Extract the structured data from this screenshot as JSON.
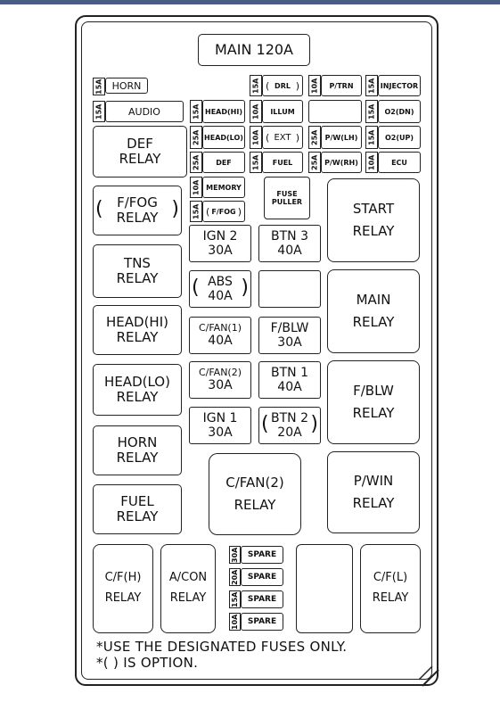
{
  "colors": {
    "top_bar": "#4a5c86",
    "stroke": "#222222"
  },
  "main_fuse": "MAIN 120A",
  "small_fuses": {
    "horn": {
      "amp": "15A",
      "label": "HORN"
    },
    "audio": {
      "amp": "15A",
      "label": "AUDIO"
    },
    "drl": {
      "amp": "15A",
      "label": "DRL"
    },
    "p_trn": {
      "amp": "10A",
      "label": "P/TRN"
    },
    "injector": {
      "amp": "15A",
      "label": "INJECTOR"
    },
    "head_hi": {
      "amp": "15A",
      "label": "HEAD(HI)"
    },
    "illum": {
      "amp": "10A",
      "label": "ILLUM"
    },
    "o2_dn": {
      "amp": "15A",
      "label": "O2(DN)"
    },
    "head_lo": {
      "amp": "25A",
      "label": "HEAD(LO)"
    },
    "ext": {
      "amp": "10A",
      "label": "EXT"
    },
    "p_w_lh": {
      "amp": "25A",
      "label": "P/W(LH)"
    },
    "o2_up": {
      "amp": "15A",
      "label": "O2(UP)"
    },
    "def": {
      "amp": "25A",
      "label": "DEF"
    },
    "fuel": {
      "amp": "15A",
      "label": "FUEL"
    },
    "p_w_rh": {
      "amp": "25A",
      "label": "P/W(RH)"
    },
    "ecu": {
      "amp": "10A",
      "label": "ECU"
    },
    "memory": {
      "amp": "10A",
      "label": "MEMORY"
    },
    "f_fog": {
      "amp": "15A",
      "label": "F/FOG"
    }
  },
  "fuse_puller": [
    "FUSE",
    "PULLER"
  ],
  "mid_fuses": {
    "ign2": [
      "IGN 2",
      "30A"
    ],
    "btn3": [
      "BTN 3",
      "40A"
    ],
    "abs": [
      "ABS",
      "40A"
    ],
    "cfan1": [
      "C/FAN(1)",
      "40A"
    ],
    "fblw_fuse": [
      "F/BLW",
      "30A"
    ],
    "cfan2": [
      "C/FAN(2)",
      "30A"
    ],
    "btn1": [
      "BTN 1",
      "40A"
    ],
    "ign1": [
      "IGN 1",
      "30A"
    ],
    "btn2": [
      "BTN 2",
      "20A"
    ]
  },
  "relays": {
    "def": [
      "DEF",
      "RELAY"
    ],
    "ffog": [
      "F/FOG",
      "RELAY"
    ],
    "tns": [
      "TNS",
      "RELAY"
    ],
    "head_hi": [
      "HEAD(HI)",
      "RELAY"
    ],
    "head_lo": [
      "HEAD(LO)",
      "RELAY"
    ],
    "horn": [
      "HORN",
      "RELAY"
    ],
    "fuel": [
      "FUEL",
      "RELAY"
    ],
    "start": [
      "START",
      "RELAY"
    ],
    "main": [
      "MAIN",
      "RELAY"
    ],
    "fblw": [
      "F/BLW",
      "RELAY"
    ],
    "pwin": [
      "P/WIN",
      "RELAY"
    ],
    "cfan2": [
      "C/FAN(2)",
      "RELAY"
    ],
    "cfh": [
      "C/F(H)",
      "RELAY"
    ],
    "acon": [
      "A/CON",
      "RELAY"
    ],
    "cfl": [
      "C/F(L)",
      "RELAY"
    ]
  },
  "spares": [
    {
      "amp": "30A",
      "label": "SPARE"
    },
    {
      "amp": "20A",
      "label": "SPARE"
    },
    {
      "amp": "15A",
      "label": "SPARE"
    },
    {
      "amp": "10A",
      "label": "SPARE"
    }
  ],
  "notes": [
    "*USE THE DESIGNATED FUSES ONLY.",
    "*( ) IS OPTION."
  ]
}
